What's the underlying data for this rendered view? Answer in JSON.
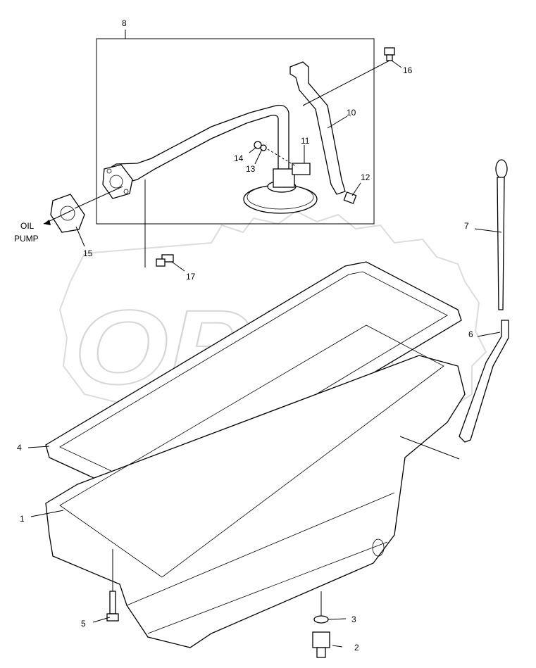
{
  "watermark": {
    "text": "OPEX",
    "color": "#d6d6d6"
  },
  "labels": {
    "oil_pump": [
      "OIL",
      "PUMP"
    ],
    "callouts": [
      "1",
      "2",
      "3",
      "4",
      "5",
      "6",
      "7",
      "8",
      "10",
      "11",
      "12",
      "13",
      "14",
      "15",
      "16",
      "17"
    ]
  },
  "colors": {
    "line": "#000000",
    "background": "#ffffff",
    "watermark": "#d6d6d6"
  }
}
